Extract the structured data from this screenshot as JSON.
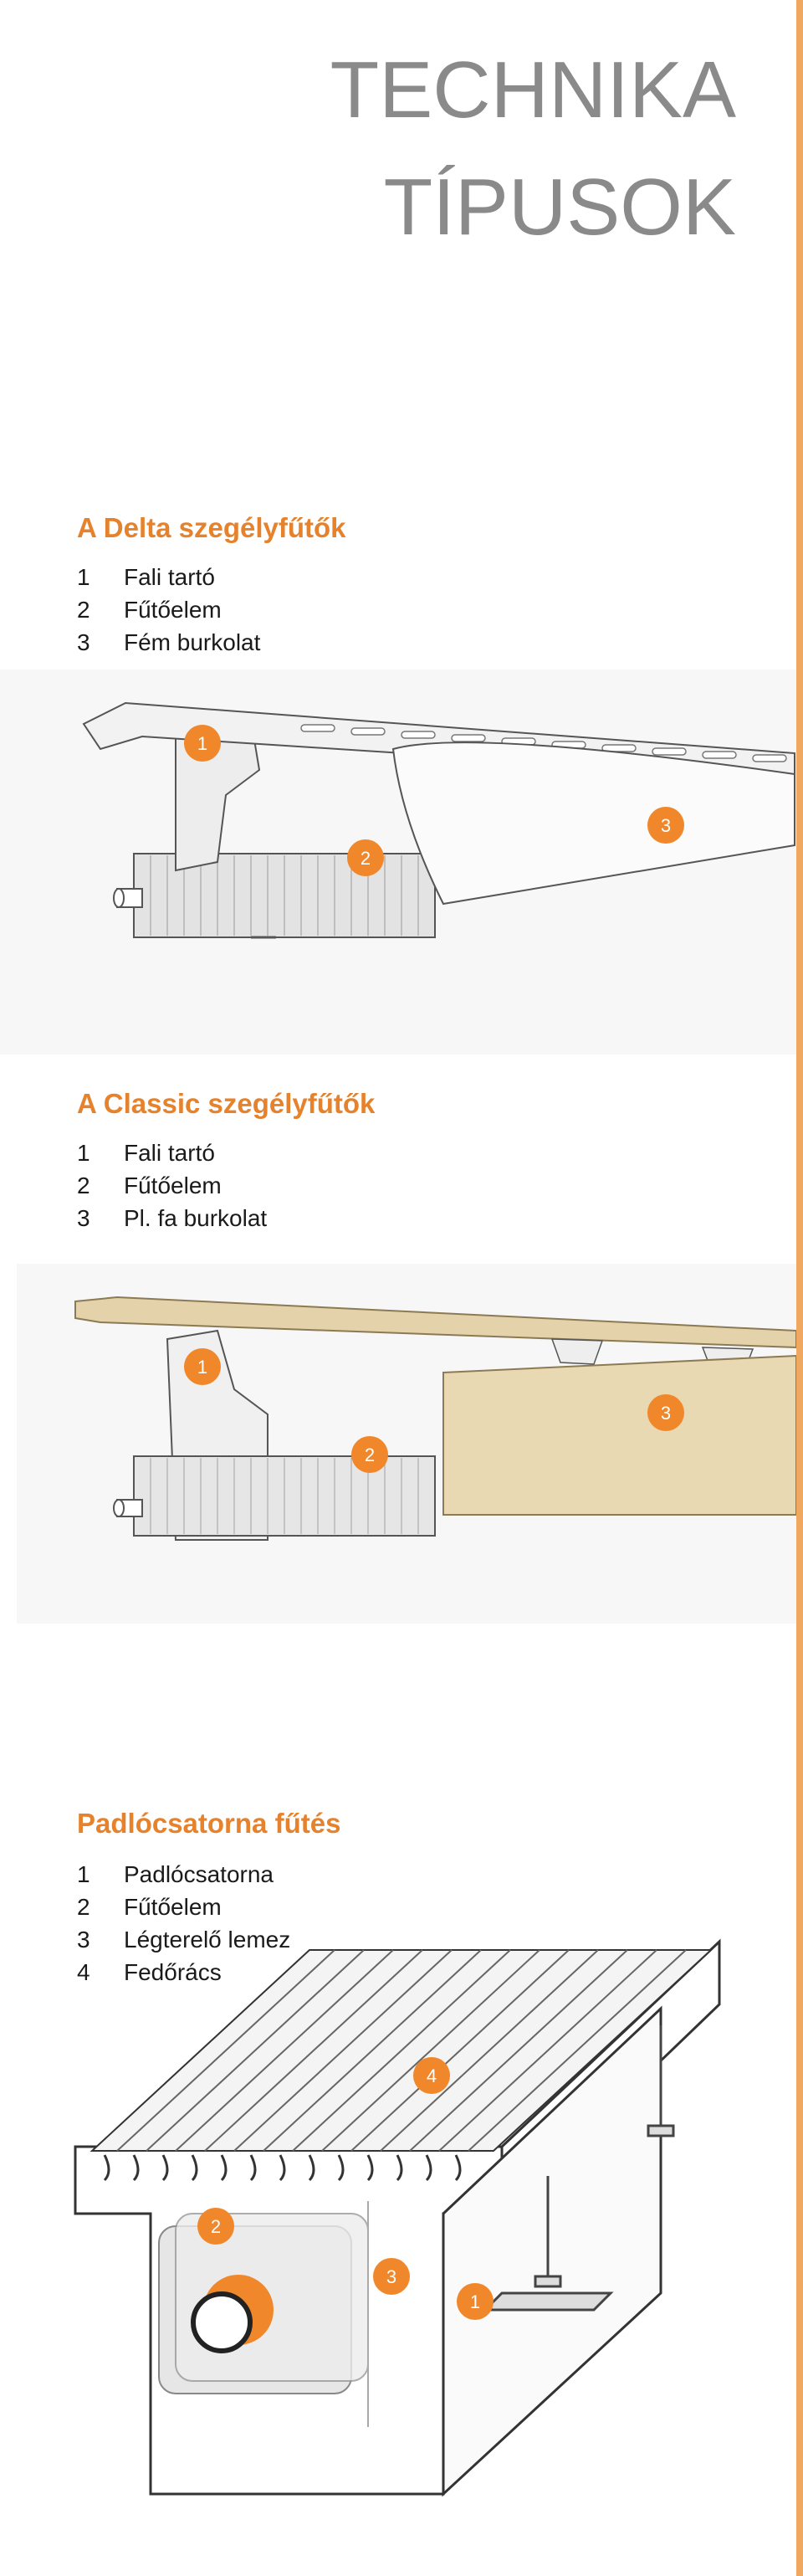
{
  "page": {
    "title_line1": "TECHNIKA",
    "title_line2": "TÍPUSOK",
    "accent_color": "#e6822c",
    "title_color": "#8a8a8a"
  },
  "sections": [
    {
      "heading": "A Delta szegélyfűtők",
      "items": [
        {
          "num": "1",
          "label": "Fali tartó"
        },
        {
          "num": "2",
          "label": "Fűtőelem"
        },
        {
          "num": "3",
          "label": "Fém burkolat"
        }
      ],
      "badges": [
        "1",
        "2",
        "3"
      ]
    },
    {
      "heading": "A Classic szegélyfűtők",
      "items": [
        {
          "num": "1",
          "label": "Fali tartó"
        },
        {
          "num": "2",
          "label": "Fűtőelem"
        },
        {
          "num": "3",
          "label": "Pl. fa burkolat"
        }
      ],
      "badges": [
        "1",
        "2",
        "3"
      ]
    },
    {
      "heading": "Padlócsatorna fűtés",
      "items": [
        {
          "num": "1",
          "label": "Padlócsatorna"
        },
        {
          "num": "2",
          "label": "Fűtőelem"
        },
        {
          "num": "3",
          "label": "Légterelő lemez"
        },
        {
          "num": "4",
          "label": "Fedőrács"
        }
      ],
      "badges": [
        "1",
        "2",
        "3",
        "4"
      ]
    }
  ]
}
